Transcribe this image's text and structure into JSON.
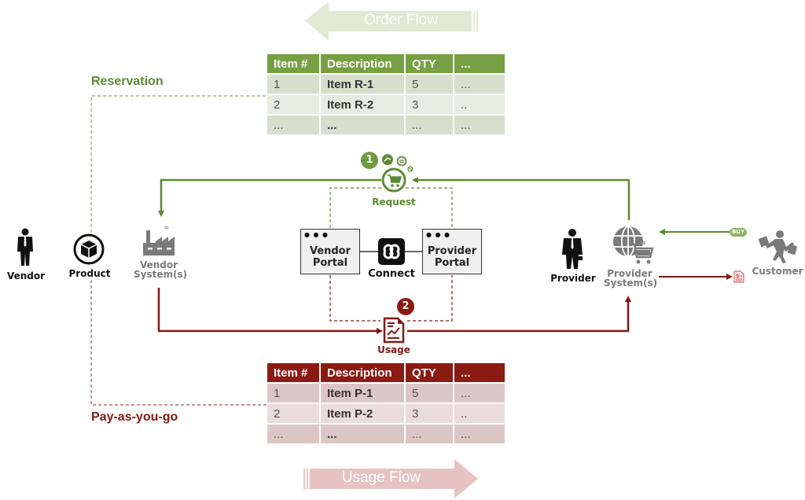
{
  "flows": {
    "order_flow": "Order Flow",
    "usage_flow": "Usage Flow"
  },
  "reservation": {
    "label": "Reservation",
    "table": {
      "headers": [
        "Item #",
        "Description",
        "QTY",
        "..."
      ],
      "rows": [
        [
          "1",
          "Item R-1",
          "5",
          "..."
        ],
        [
          "2",
          "Item R-2",
          "3",
          ".."
        ],
        [
          "...",
          "...",
          "...",
          "..."
        ]
      ]
    }
  },
  "payg": {
    "label": "Pay-as-you-go",
    "table": {
      "headers": [
        "Item #",
        "Description",
        "QTY",
        "..."
      ],
      "rows": [
        [
          "1",
          "Item P-1",
          "5",
          "..."
        ],
        [
          "2",
          "Item P-2",
          "3",
          ".."
        ],
        [
          "...",
          "...",
          "...",
          "..."
        ]
      ]
    }
  },
  "nodes": {
    "vendor": "Vendor",
    "product": "Product",
    "vendor_system": [
      "Vendor",
      "System(s)"
    ],
    "vendor_portal": [
      "Vendor",
      "Portal"
    ],
    "connect": "Connect",
    "provider_portal": [
      "Provider",
      "Portal"
    ],
    "provider": "Provider",
    "provider_system": [
      "Provider",
      "System(s)"
    ],
    "customer": "Customer",
    "request": "Request",
    "usage": "Usage",
    "buy_tag": "BUY"
  },
  "steps": {
    "step1": "1",
    "step2": "2"
  },
  "colors": {
    "green": "#5e8a34",
    "green_light": "#dfe9d3",
    "red": "#7f1a14",
    "red_light": "#e6c3c2",
    "gray": "#7a7a7a",
    "black": "#111111"
  }
}
